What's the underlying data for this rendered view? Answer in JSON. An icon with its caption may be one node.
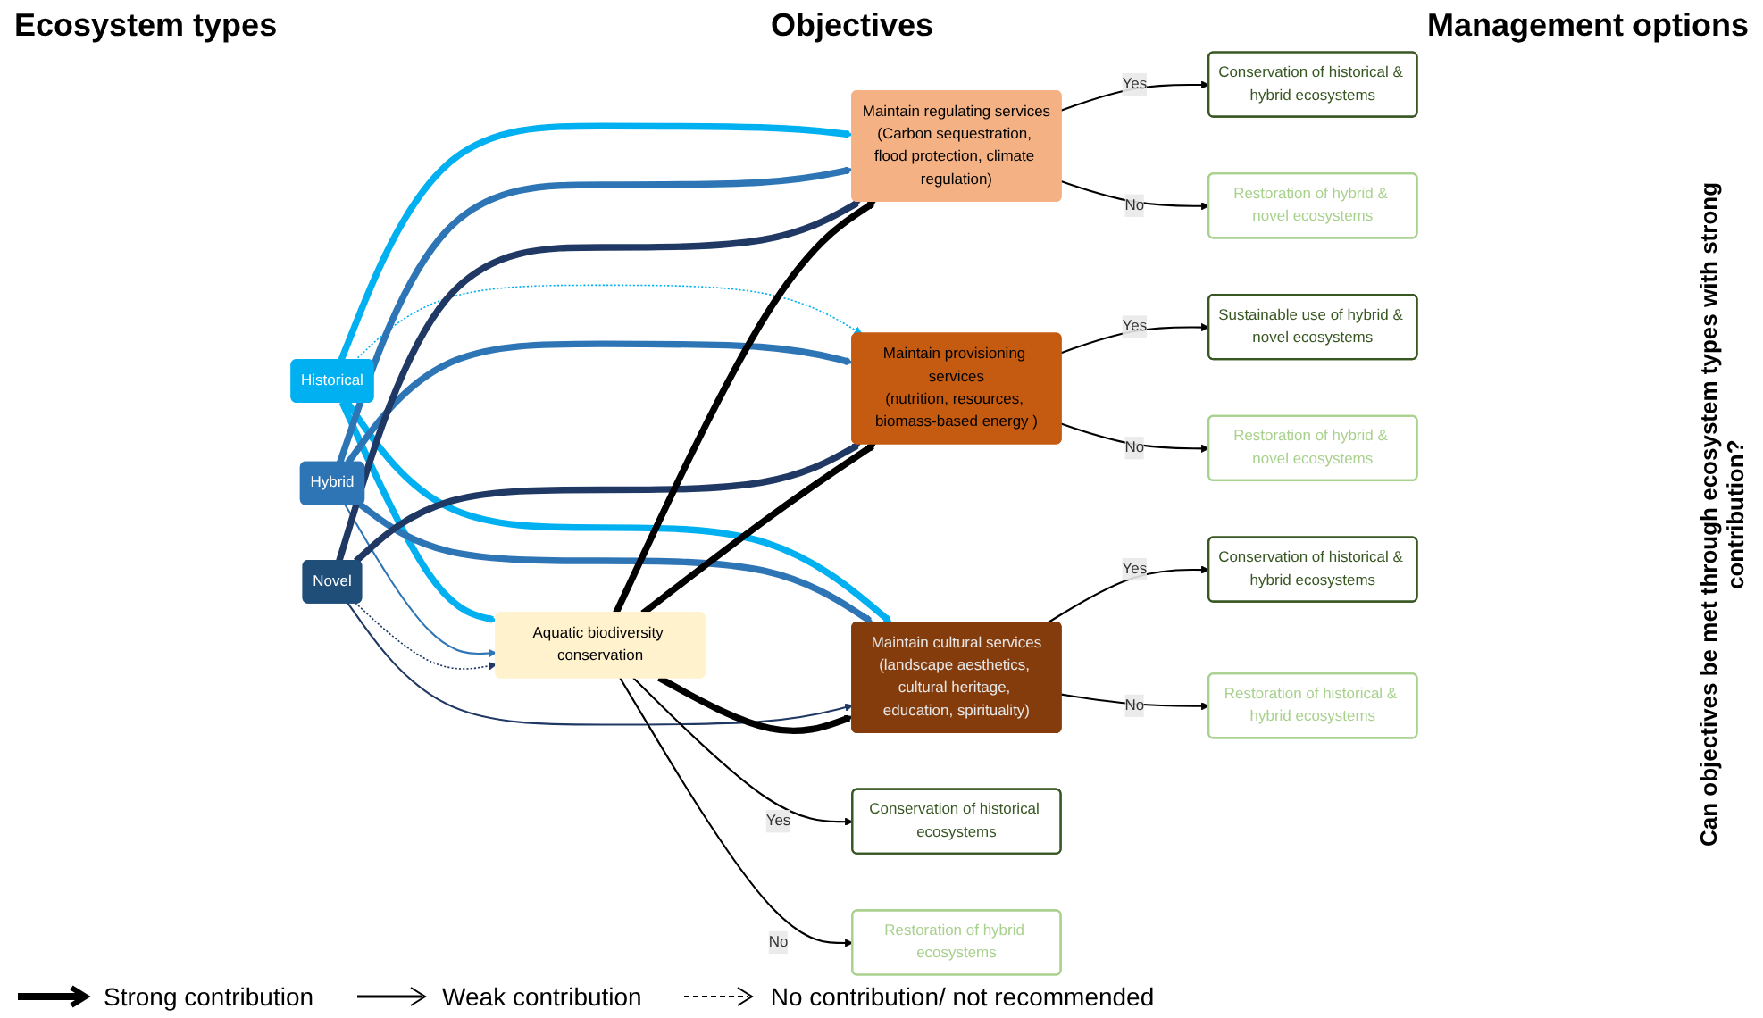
{
  "diagram": {
    "nodes": [
      {
        "text": [
          "Historical"
        ]
      },
      {
        "text": [
          "Hybrid"
        ]
      },
      {
        "text": [
          "Novel"
        ]
      },
      {
        "text": [
          "Aquatic biodiversity conservation"
        ]
      },
      {
        "text": [
          "Maintain regulating services",
          "(Carbon sequestration, flood protection, climate regulation)"
        ]
      },
      {
        "text": [
          "Maintain provisioning services",
          "(nutrition, resources, biomass-based energy )"
        ]
      },
      {
        "text": [
          "Maintain cultural services",
          "(landscape aesthetics, cultural heritage, education, spirituality)"
        ]
      },
      {
        "text": [
          "Conservation of historical ecosystems"
        ]
      },
      {
        "text": [
          "Restoration of hybrid ecosystems"
        ]
      },
      {
        "text": [
          "Conservation of historical & hybrid ecosystems"
        ]
      },
      {
        "text": [
          "Restoration of hybrid & novel ecosystems"
        ]
      },
      {
        "text": [
          "Sustainable use of hybrid & novel ecosystems"
        ]
      },
      {
        "text": [
          "Restoration of hybrid & novel ecosystems"
        ]
      },
      {
        "text": [
          "Conservation of historical & hybrid ecosystems"
        ]
      },
      {
        "text": [
          "Restoration of historical & hybrid ecosystems"
        ]
      }
    ],
    "edges": [
      {
        "from": 0,
        "to": 3,
        "arrow": "to",
        "style": "thick",
        "color": "#00b0f0"
      },
      {
        "from": 0,
        "to": 4,
        "arrow": "to",
        "style": "thick",
        "color": "#00b0f0"
      },
      {
        "from": 0,
        "to": 5,
        "arrow": "to",
        "style": "dashed",
        "color": "#00b0f0"
      },
      {
        "from": 0,
        "to": 6,
        "arrow": "to",
        "style": "thick",
        "color": "#00b0f0"
      },
      {
        "from": 1,
        "to": 3,
        "arrow": "to",
        "color": "#2e75b6"
      },
      {
        "from": 1,
        "to": 4,
        "arrow": "to",
        "style": "thick",
        "color": "#2e75b6"
      },
      {
        "from": 1,
        "to": 5,
        "arrow": "to",
        "style": "thick",
        "color": "#2e75b6"
      },
      {
        "from": 1,
        "to": 6,
        "arrow": "to",
        "style": "thick",
        "color": "#2e75b6"
      },
      {
        "from": 2,
        "to": 3,
        "arrow": "to",
        "style": "dashed",
        "color": "#1f3864"
      },
      {
        "from": 2,
        "to": 4,
        "arrow": "to",
        "style": "thick",
        "color": "#1f3864"
      },
      {
        "from": 2,
        "to": 5,
        "arrow": "to",
        "style": "thick",
        "color": "#1f3864"
      },
      {
        "from": 2,
        "to": 6,
        "arrow": "to",
        "color": "#1f3864"
      },
      {
        "from": 3,
        "to": 4,
        "arrow": "to",
        "style": "thick"
      },
      {
        "from": 3,
        "to": 5,
        "arrow": "to",
        "style": "thick"
      },
      {
        "from": 3,
        "to": 6,
        "arrow": "to",
        "style": "thick"
      },
      {
        "from": 3,
        "to": 7,
        "arrow": "to",
        "label": "Yes"
      },
      {
        "from": 3,
        "to": 8,
        "arrow": "to",
        "label": "No"
      },
      {
        "from": 4,
        "to": 9,
        "arrow": "to",
        "label": "Yes"
      },
      {
        "from": 4,
        "to": 10,
        "arrow": "to",
        "label": "No"
      },
      {
        "from": 5,
        "to": 11,
        "arrow": "to",
        "label": "Yes"
      },
      {
        "from": 5,
        "to": 12,
        "arrow": "to",
        "label": "No"
      },
      {
        "from": 6,
        "to": 13,
        "arrow": "to",
        "label": "Yes"
      },
      {
        "from": 6,
        "to": 14,
        "arrow": "to",
        "label": "No"
      }
    ],
    "labels": [
      "Ecosystem types",
      "Objectives",
      "Management options",
      "Can objectives be met through ecosystem types with strong contribution?"
    ],
    "legend": [
      {
        "text": "Strong contribution"
      },
      {
        "text": "Weak contribution"
      },
      {
        "text": "No contribution/ not recommended"
      }
    ]
  }
}
